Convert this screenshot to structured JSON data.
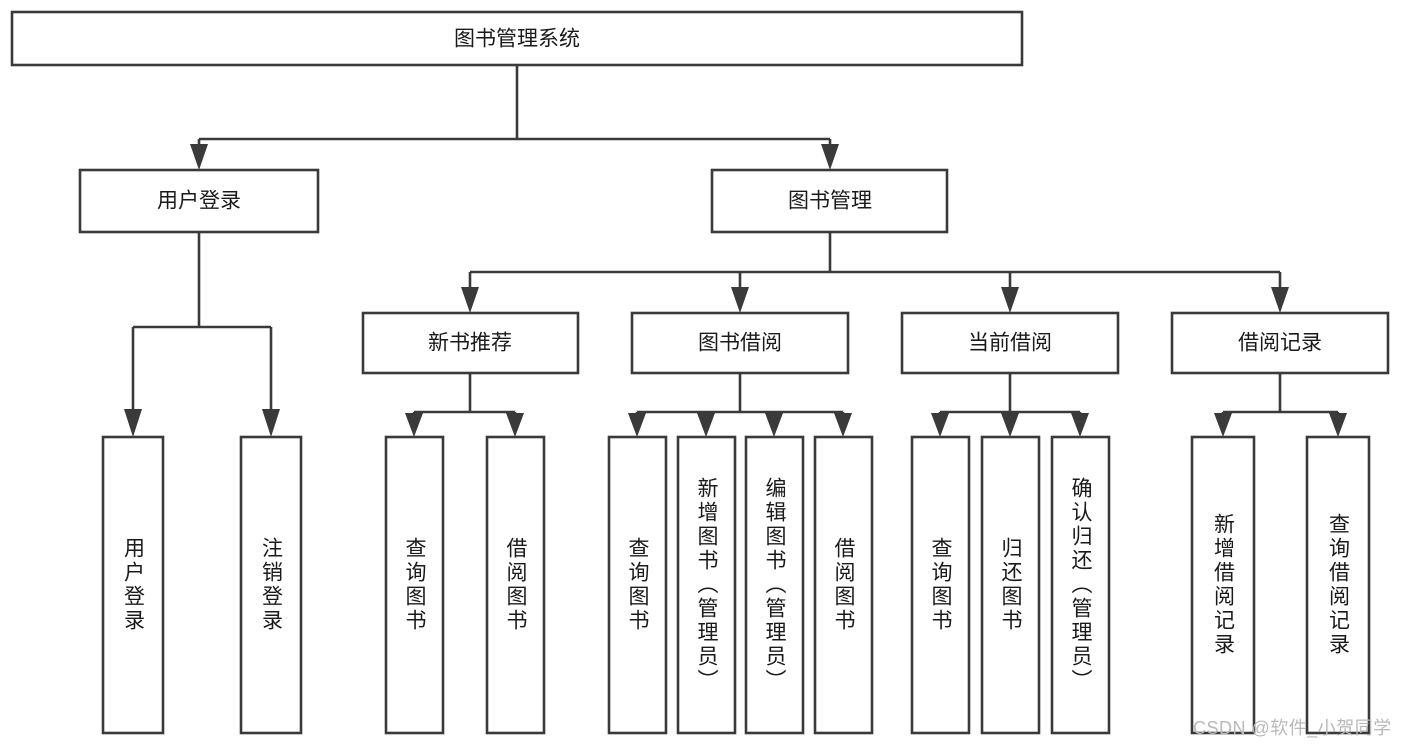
{
  "diagram": {
    "title": "图书管理系统",
    "type": "tree-hierarchy",
    "root": {
      "label": "图书管理系统"
    },
    "level2": [
      {
        "label": "用户登录"
      },
      {
        "label": "图书管理"
      }
    ],
    "level3": [
      {
        "label": "新书推荐"
      },
      {
        "label": "图书借阅"
      },
      {
        "label": "当前借阅"
      },
      {
        "label": "借阅记录"
      }
    ],
    "leaves": [
      {
        "label": "用户登录",
        "parent": "用户登录"
      },
      {
        "label": "注销登录",
        "parent": "用户登录"
      },
      {
        "label": "查询图书",
        "parent": "新书推荐"
      },
      {
        "label": "借阅图书",
        "parent": "新书推荐"
      },
      {
        "label": "查询图书",
        "parent": "图书借阅"
      },
      {
        "label": "新增图书（管理员）",
        "parent": "图书借阅"
      },
      {
        "label": "编辑图书（管理员）",
        "parent": "图书借阅"
      },
      {
        "label": "借阅图书",
        "parent": "图书借阅"
      },
      {
        "label": "查询图书",
        "parent": "当前借阅"
      },
      {
        "label": "归还图书",
        "parent": "当前借阅"
      },
      {
        "label": "确认归还（管理员）",
        "parent": "当前借阅"
      },
      {
        "label": "新增借阅记录",
        "parent": "借阅记录"
      },
      {
        "label": "查询借阅记录",
        "parent": "借阅记录"
      }
    ]
  },
  "watermark": {
    "text": "CSDN @软件_小贺同学"
  },
  "colors": {
    "stroke": "#3a3a3a",
    "fill": "#ffffff",
    "text": "#1a1a1a",
    "watermark": "#b9b9b9"
  }
}
